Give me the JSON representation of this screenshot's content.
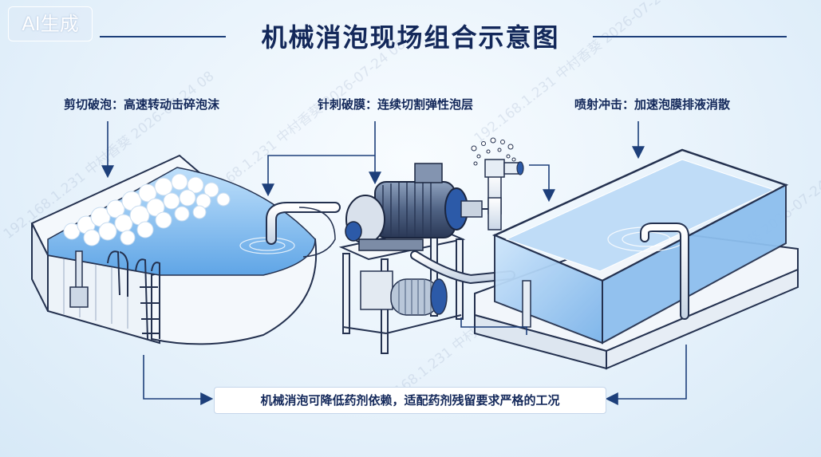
{
  "badge": {
    "text": "AI生成"
  },
  "title": "机械消泡现场组合示意图",
  "callouts": [
    {
      "text": "剪切破泡：高速转动击碎泡沫"
    },
    {
      "text": "针刺破膜：连续切割弹性泡层"
    },
    {
      "text": "喷射冲击：加速泡膜排液消散"
    }
  ],
  "footer": {
    "text": "机械消泡可降低药剂依赖，适配药剂残留要求严格的工况"
  },
  "watermark": {
    "text": "192.168.1.231 中村香葵 2026-07-24 08"
  },
  "colors": {
    "title": "#13285a",
    "line": "#1d3f7a",
    "water": "#7fb8ee",
    "outline": "#24314f"
  }
}
